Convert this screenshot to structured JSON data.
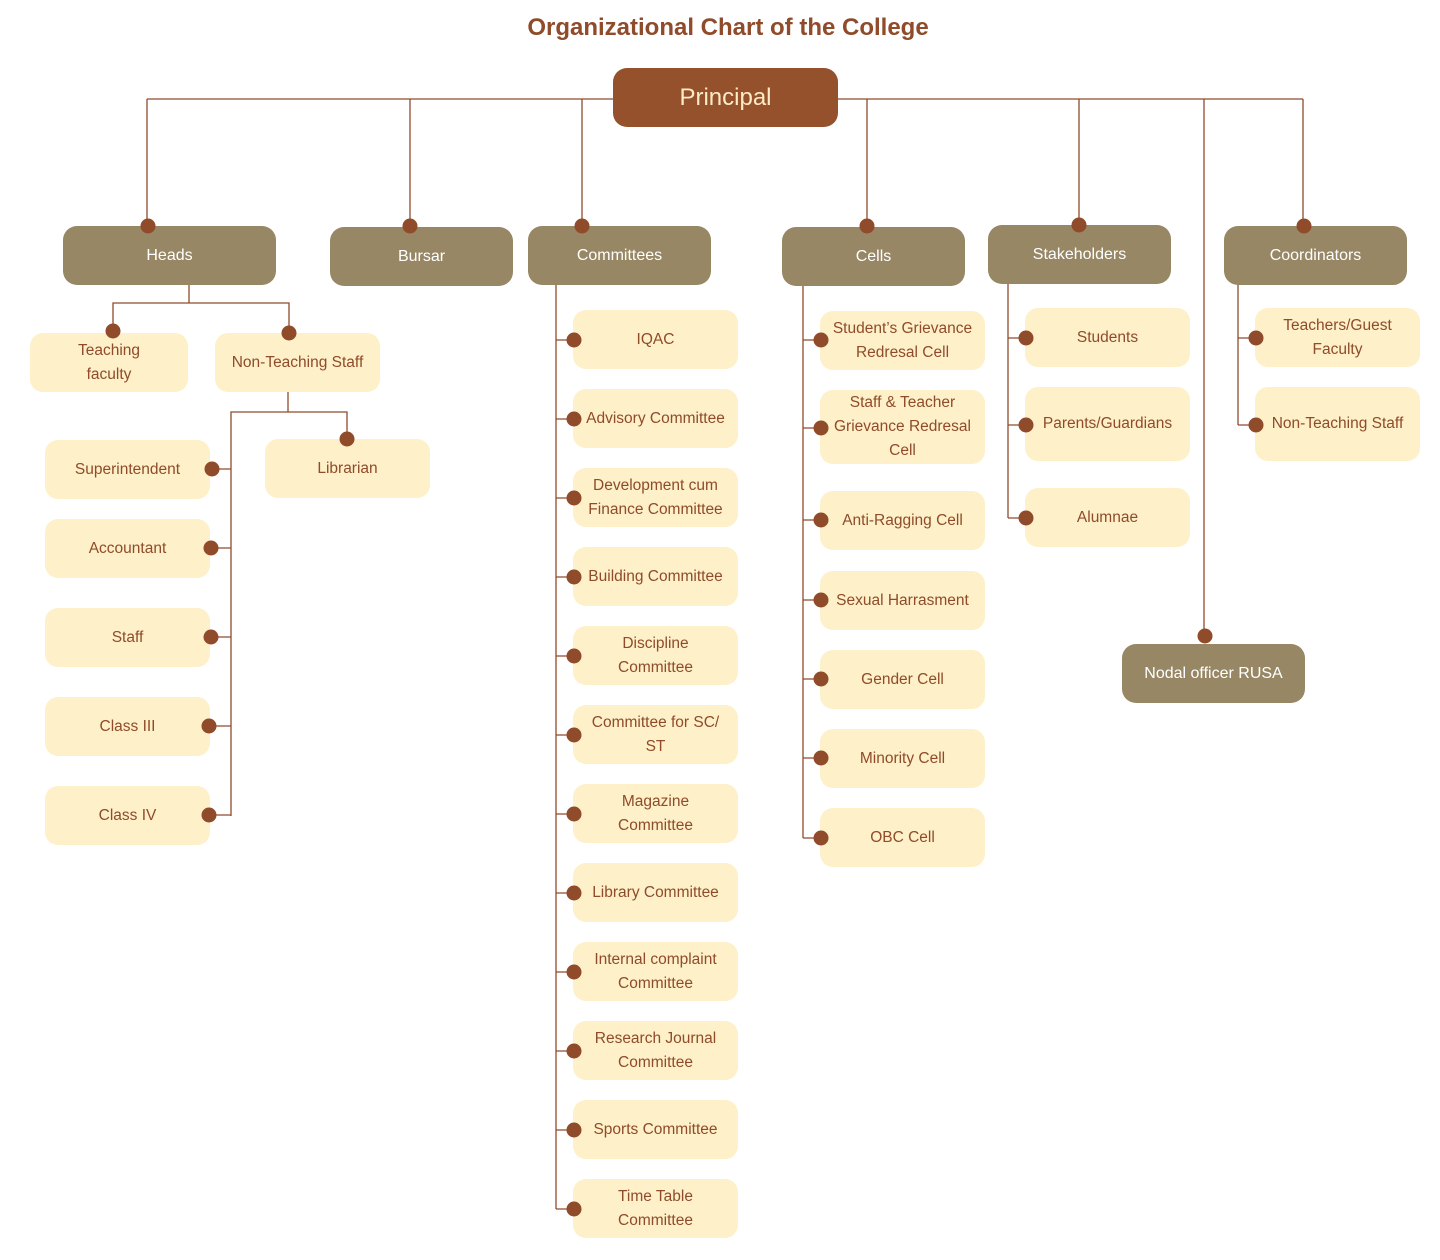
{
  "title": "Organizational Chart of the College",
  "colors": {
    "root": "#95502c",
    "department": "#978765",
    "leaf": "#fef0c9",
    "text_dark": "#8f4b2a",
    "line": "#8f4b2a"
  },
  "principal": "Principal",
  "departments": {
    "heads": "Heads",
    "bursar": "Bursar",
    "committees": "Committees",
    "cells": "Cells",
    "stakeholders": "Stakeholders",
    "coordinators": "Coordinators",
    "nodal": "Nodal officer RUSA"
  },
  "heads": {
    "teaching": "Teaching faculty",
    "non_teaching": "Non-Teaching Staff",
    "librarian": "Librarian",
    "staff_items": [
      "Superintendent",
      "Accountant",
      "Staff",
      "Class III",
      "Class IV"
    ]
  },
  "committees": [
    "IQAC",
    "Advisory Committee",
    "Development cum Finance Committee",
    "Building Committee",
    "Discipline Committee",
    "Committee for SC/ ST",
    "Magazine Committee",
    "Library Committee",
    "Internal complaint Committee",
    "Research Journal Committee",
    "Sports Committee",
    "Time Table Committee"
  ],
  "cells": [
    "Student’s Grievance Redresal Cell",
    "Staff & Teacher Grievance Redresal Cell",
    "Anti-Ragging  Cell",
    "Sexual Harrasment",
    "Gender Cell",
    "Minority Cell",
    "OBC Cell"
  ],
  "stakeholders": [
    "Students",
    "Parents/Guardians",
    "Alumnae"
  ],
  "coordinators": [
    "Teachers/Guest Faculty",
    "Non-Teaching Staff"
  ]
}
